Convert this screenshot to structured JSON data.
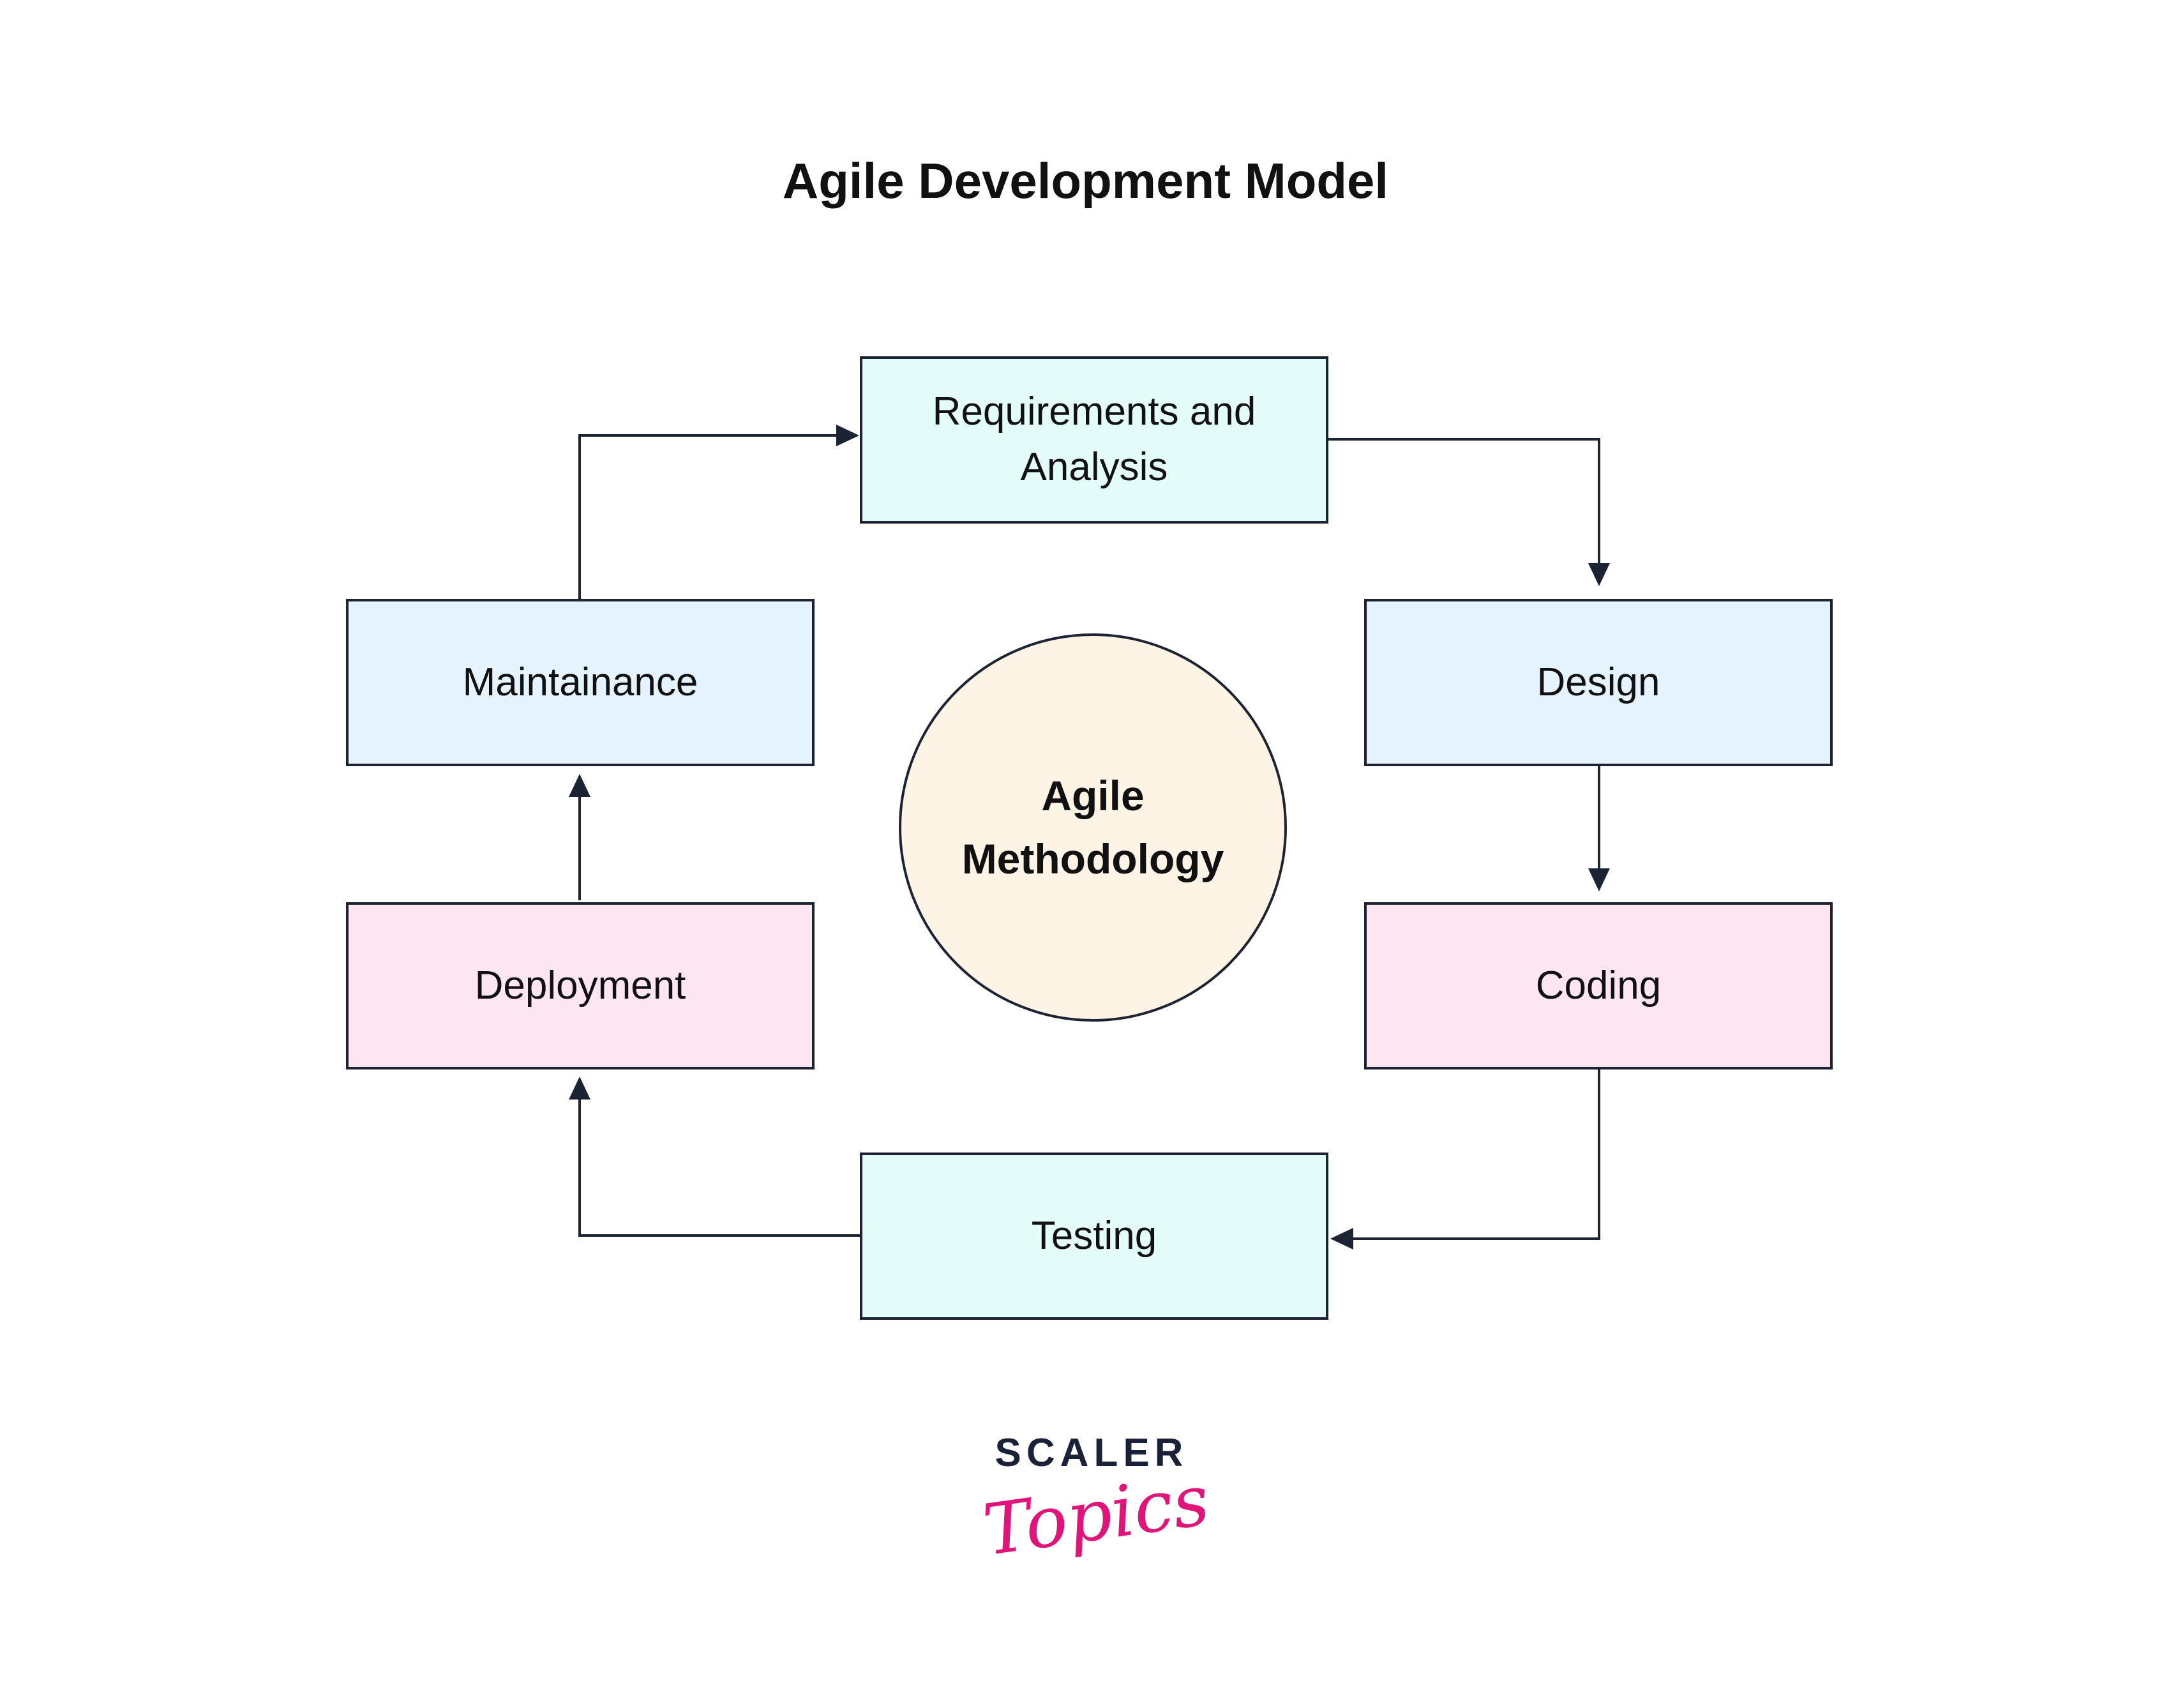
{
  "title": "Agile Development Model",
  "center": {
    "line1": "Agile",
    "line2": "Methodology"
  },
  "stages": {
    "requirements": {
      "line1": "Requirements and",
      "line2": "Analysis"
    },
    "design": "Design",
    "coding": "Coding",
    "testing": "Testing",
    "deployment": "Deployment",
    "maintenance": "Maintainance"
  },
  "flow": [
    "Requirements and Analysis",
    "Design",
    "Coding",
    "Testing",
    "Deployment",
    "Maintainance"
  ],
  "logo": {
    "top": "SCALER",
    "bottom": "Topics"
  },
  "colors": {
    "cyan_box": "#e3fcfa",
    "blue_box": "#e4f3fd",
    "pink_box": "#fde6f1",
    "center_circle": "#fdf4e6",
    "stroke": "#1c2333",
    "logo_dark": "#1a2238",
    "logo_pink": "#e0157a"
  }
}
